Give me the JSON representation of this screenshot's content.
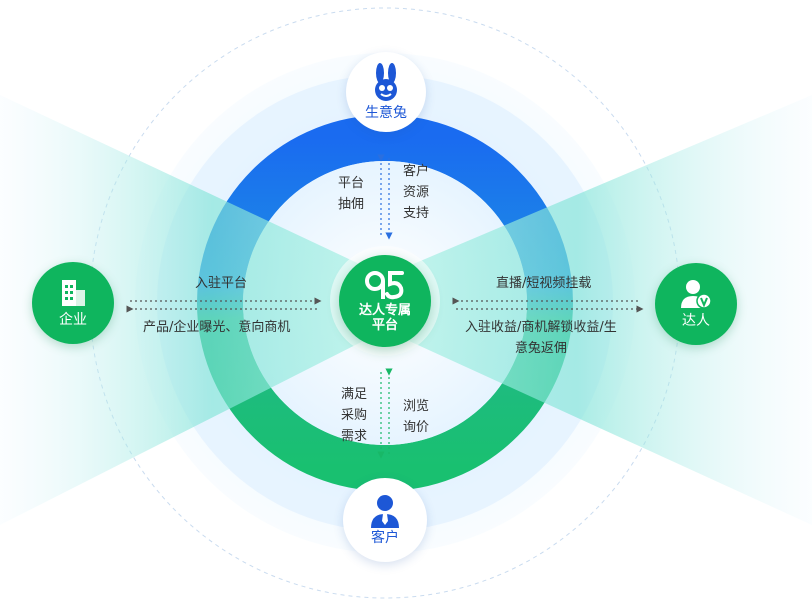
{
  "nodes": {
    "rabbit": {
      "label": "生意兔"
    },
    "enterprise": {
      "label": "企业"
    },
    "talent": {
      "label": "达人"
    },
    "customer": {
      "label": "客户"
    }
  },
  "center": {
    "line1": "达人专属",
    "line2": "平台",
    "logo_text": "95"
  },
  "flows": {
    "top_left": [
      "平台",
      "抽佣"
    ],
    "top_right": [
      "客户",
      "资源",
      "支持"
    ],
    "left_top": "入驻平台",
    "left_bottom": "产品/企业曝光、意向商机",
    "right_top": "直播/短视频挂载",
    "right_bottom": [
      "入驻收益/商机解锁收益/生",
      "意兔返佣"
    ],
    "bottom_left": [
      "满足",
      "采购",
      "需求"
    ],
    "bottom_right": [
      "浏览",
      "询价"
    ]
  },
  "colors": {
    "blue": "#1d57d6",
    "green": "#0fb55e",
    "teal_beam": "#37d7c3",
    "ring_blue": "#1a6bf0",
    "ring_green": "#19c070"
  },
  "icons": {
    "rabbit": "rabbit-mascot-icon",
    "enterprise": "building-icon",
    "talent": "verified-user-icon",
    "customer": "person-tie-icon",
    "center": "platform-logo-icon"
  }
}
